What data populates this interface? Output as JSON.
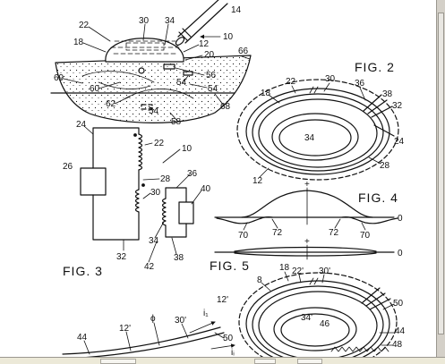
{
  "colors": {
    "ink": "#111111",
    "paper": "#ffffff",
    "chrome": "#d4d0c8"
  },
  "fig1": {
    "refs": [
      "14",
      "10",
      "22",
      "30",
      "34",
      "18",
      "12",
      "20",
      "66",
      "69",
      "60",
      "56",
      "54",
      "54",
      "62",
      "54",
      "58",
      "68"
    ]
  },
  "fig2": {
    "title": "FIG. 2",
    "refs": [
      "18",
      "22",
      "30",
      "36",
      "38",
      "32",
      "24",
      "28",
      "34",
      "12"
    ]
  },
  "fig3": {
    "title": "FIG. 3",
    "refs": [
      "24",
      "26",
      "22",
      "10",
      "28",
      "30",
      "36",
      "40",
      "34",
      "38",
      "32",
      "42"
    ]
  },
  "fig4": {
    "title": "FIG. 4",
    "refs": [
      "70",
      "72",
      "72",
      "70",
      "0",
      "+"
    ]
  },
  "fig5": {
    "title": "FIG. 5",
    "refs": [
      "0",
      "+"
    ]
  },
  "fig6": {
    "refs": [
      "18",
      "22'",
      "30'",
      "8",
      "12'",
      "50",
      "34'",
      "46",
      "44",
      "48"
    ]
  },
  "fig6_detail": {
    "refs": [
      "44",
      "12'",
      "ϕ",
      "30'",
      "i₁",
      "50",
      "iᵢ"
    ]
  }
}
